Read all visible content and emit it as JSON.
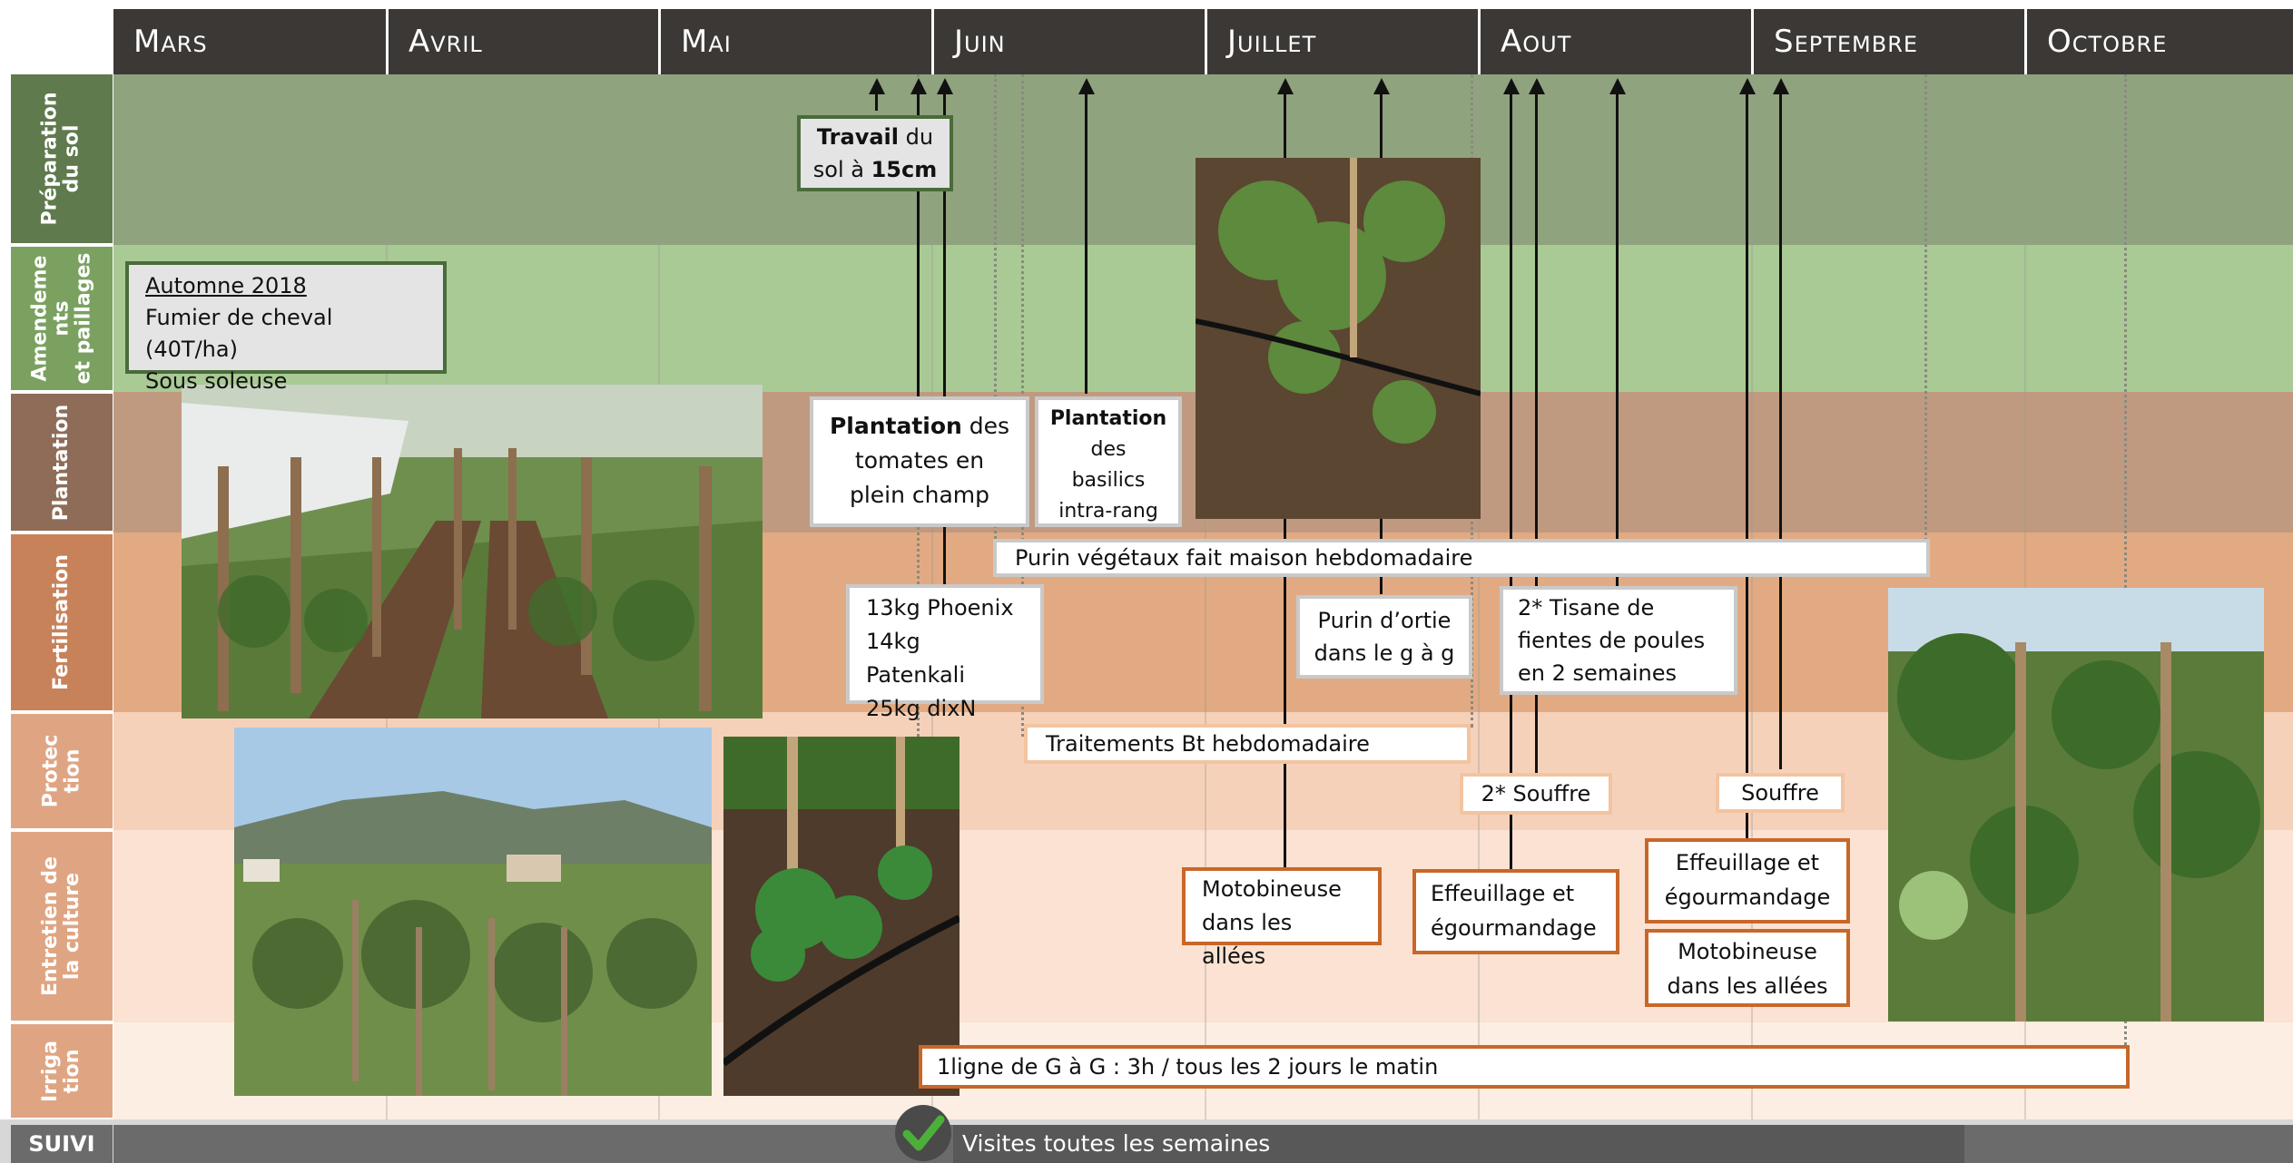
{
  "months": [
    "Mars",
    "Avril",
    "Mai",
    "Juin",
    "Juillet",
    "Aout",
    "Septembre",
    "Octobre"
  ],
  "rows": [
    {
      "label": "Préparation\ndu sol",
      "color": "#8fa37f"
    },
    {
      "label": "Amendeme\nnts\net paillages",
      "color": "#a9c995"
    },
    {
      "label": "Plantation",
      "color": "#c09a80"
    },
    {
      "label": "Fertilisation",
      "color": "#e2aa82"
    },
    {
      "label": "Protec\ntion",
      "color": "#f6d1b9"
    },
    {
      "label": "Entretien de\nla culture",
      "color": "#fbe2d2"
    },
    {
      "label": "Irriga\ntion",
      "color": "#fdeee4"
    }
  ],
  "boxes": {
    "travail": {
      "bold": "Travail",
      "text1": " du",
      "text2": "sol à ",
      "bold2": "15cm"
    },
    "automne": {
      "title": "Automne  2018",
      "line1": "Fumier de cheval (40T/ha)",
      "line2": "Sous soleuse"
    },
    "plantation_tomates": {
      "bold": "Plantation",
      "text1": " des",
      "line2": "tomates en",
      "line3": "plein champ"
    },
    "plantation_basilics": {
      "bold": "Plantation",
      "line2": "des",
      "line3": "basilics",
      "line4": "intra-rang"
    },
    "purin_vegetaux": "Purin végétaux fait maison hebdomadaire",
    "engrais": {
      "line1": "13kg Phoenix",
      "line2": "14kg Patenkali",
      "line3": "25kg dixN"
    },
    "purin_ortie": {
      "line1": "Purin d’ortie",
      "line2": "dans le g à g"
    },
    "tisane": {
      "line1": "2* Tisane de",
      "line2": "fientes de poules",
      "line3": "en 2 semaines"
    },
    "traitements_bt": "Traitements Bt hebdomadaire",
    "souffre_1": "2* Souffre",
    "souffre_2": "Souffre",
    "motobineuse_1": {
      "line1": "Motobineuse",
      "line2": "dans les allées"
    },
    "effeuillage_1": {
      "line1": "Effeuillage et",
      "line2": "égourmandage"
    },
    "effeuillage_2": {
      "line1": "Effeuillage et",
      "line2": "égourmandage"
    },
    "motobineuse_2": {
      "line1": "Motobineuse",
      "line2": "dans les allées"
    },
    "irrigation": "1ligne de G à G : 3h / tous les 2 jours le matin"
  },
  "suivi": {
    "label": "SUIVI",
    "text": "Visites toutes les semaines"
  },
  "colors": {
    "month_bar": "#3b3835",
    "suivi_bar": "#6b6b6b",
    "check": "#4caf3a"
  }
}
